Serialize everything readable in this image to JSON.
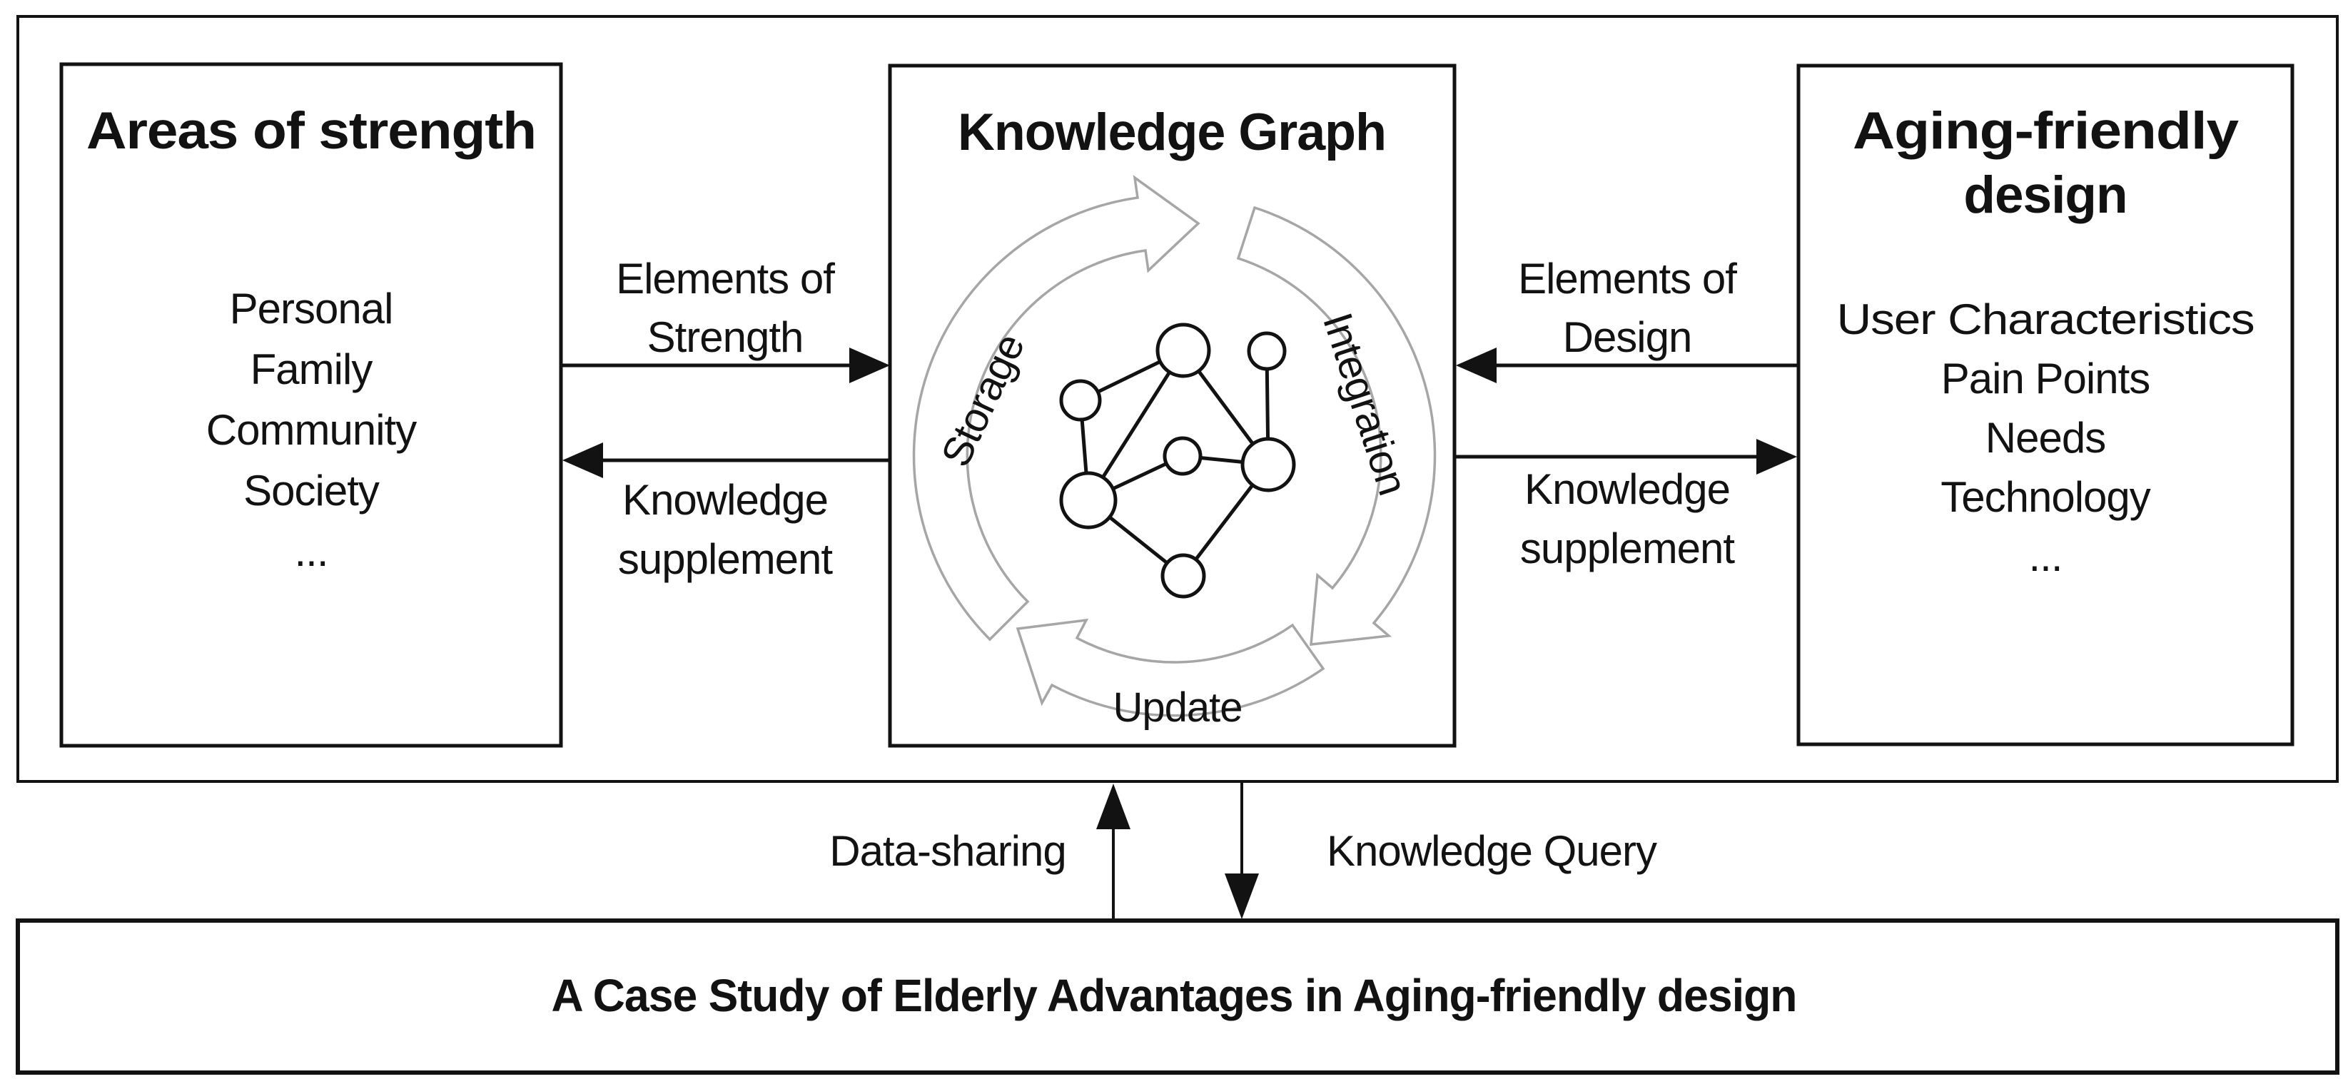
{
  "diagram": {
    "colors": {
      "line": "#121212",
      "cycle_arrow": "#a6a6a6",
      "background": "#ffffff"
    },
    "left_box": {
      "title": "Areas of strength",
      "items": [
        "Personal",
        "Family",
        "Community",
        "Society",
        "..."
      ]
    },
    "center_box": {
      "title": "Knowledge Graph",
      "cycle": {
        "storage": "Storage",
        "integration": "Integration",
        "update": "Update"
      }
    },
    "right_box": {
      "title_line1": "Aging-friendly",
      "title_line2": "design",
      "items": [
        "User Characteristics",
        "Pain Points",
        "Needs",
        "Technology",
        "..."
      ]
    },
    "arrows": {
      "elements_of_strength": {
        "line1": "Elements of",
        "line2": "Strength"
      },
      "knowledge_supplement_left": {
        "line1": "Knowledge",
        "line2": "supplement"
      },
      "elements_of_design": {
        "line1": "Elements of",
        "line2": "Design"
      },
      "knowledge_supplement_right": {
        "line1": "Knowledge",
        "line2": "supplement"
      },
      "data_sharing": "Data-sharing",
      "knowledge_query": "Knowledge Query"
    },
    "bottom_box": {
      "title": "A Case Study of Elderly Advantages in Aging-friendly design"
    }
  }
}
